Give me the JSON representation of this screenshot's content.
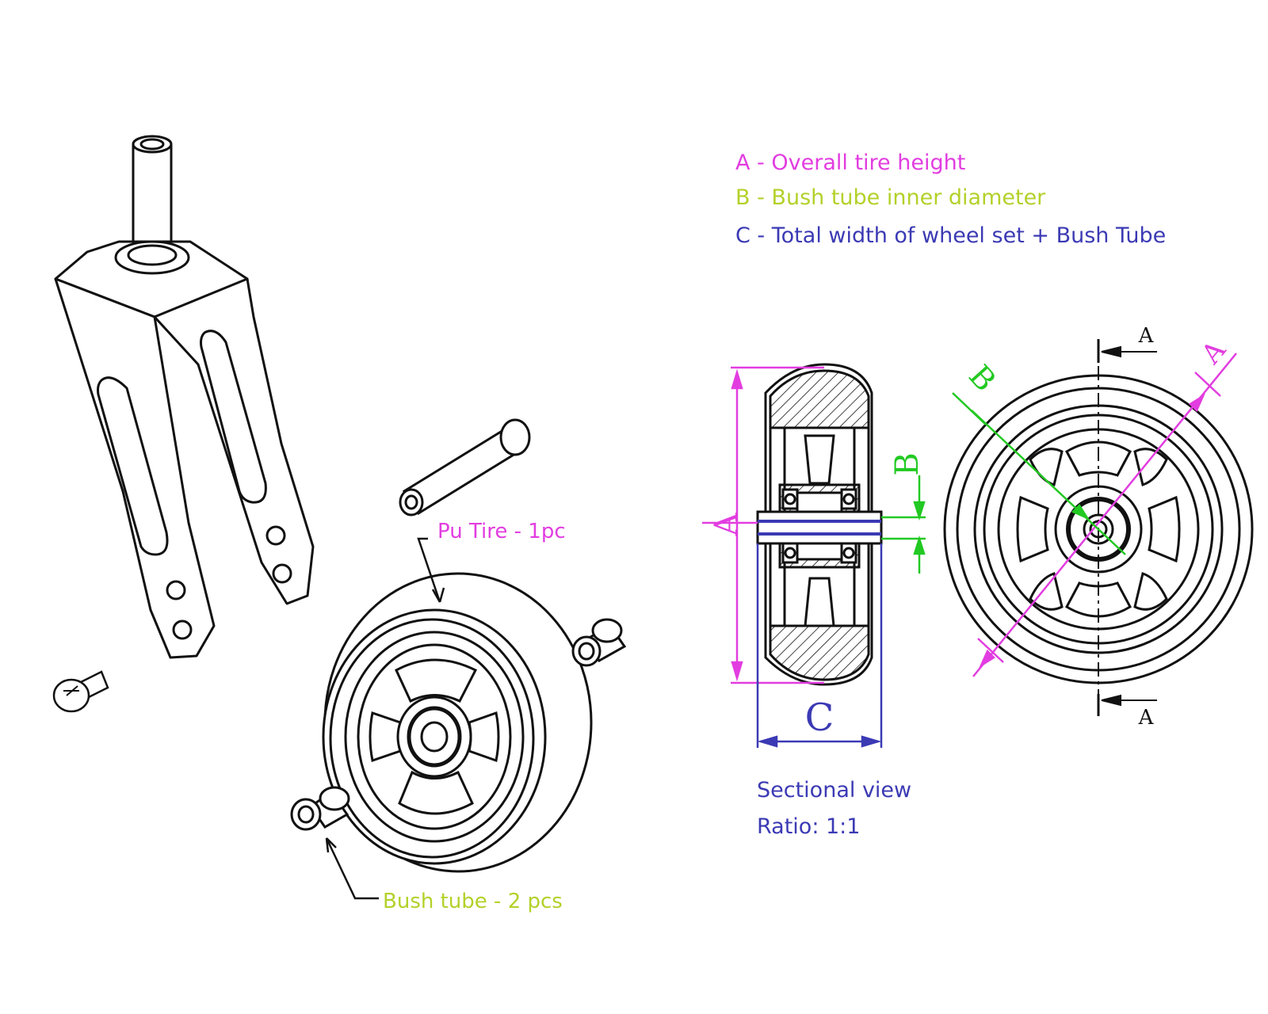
{
  "legend": {
    "a": "A - Overall tire height",
    "b": "B -  Bush tube inner diameter",
    "c": "C - Total width of wheel set + Bush Tube"
  },
  "callouts": {
    "pu_tire": "Pu Tire - 1pc",
    "bush_tube": "Bush tube - 2 pcs"
  },
  "notes": {
    "sectional_view": "Sectional view",
    "ratio": "Ratio: 1:1"
  },
  "dimension_letters": {
    "a": "A",
    "b": "B",
    "c": "C"
  },
  "section_marker": "A",
  "colors": {
    "magenta": "#e23de0",
    "lime": "#b3d12a",
    "green": "#22c922",
    "blue": "#3b3ab4",
    "ink": "#111111"
  }
}
